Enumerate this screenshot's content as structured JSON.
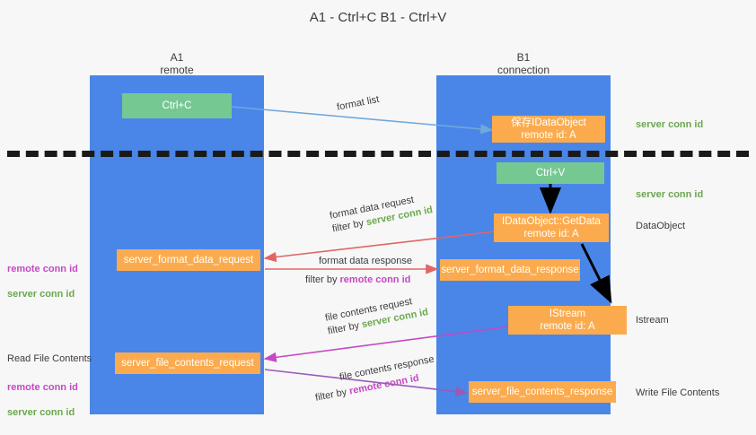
{
  "title": "A1 - Ctrl+C\nB1 - Ctrl+V",
  "colors": {
    "lane": "#4a86e8",
    "green_node": "#76c893",
    "orange_node": "#fbab4e",
    "server_conn_id": "#6aa84f",
    "remote_conn_id": "#c548c5",
    "arrow_blue": "#6fa8dc",
    "arrow_red": "#e06666",
    "arrow_magenta": "#c548c5",
    "arrow_purple": "#9b59b6",
    "arrow_black": "#000000",
    "divider": "#1a1a1a",
    "background": "#f7f7f7"
  },
  "lanes": [
    {
      "name": "A1",
      "sub": "remote"
    },
    {
      "name": "B1",
      "sub": "connection"
    }
  ],
  "nodes": {
    "ctrl_c": {
      "line1": "Ctrl+C",
      "line2": ""
    },
    "save_idataobject": {
      "line1": "保存IDataObject",
      "line2": "remote id: A"
    },
    "ctrl_v": {
      "line1": "Ctrl+V",
      "line2": ""
    },
    "getdata": {
      "line1": "IDataObject::GetData",
      "line2": "remote id: A"
    },
    "format_data_request": {
      "line1": "server_format_data_request",
      "line2": ""
    },
    "format_data_response": {
      "line1": "server_format_data_response",
      "line2": ""
    },
    "istream": {
      "line1": "IStream",
      "line2": "remote id: A"
    },
    "file_contents_request": {
      "line1": "server_file_contents_request",
      "line2": ""
    },
    "file_contents_response": {
      "line1": "server_file_contents_response",
      "line2": ""
    }
  },
  "edge_labels": {
    "format_list": "format list",
    "format_data_request": "format data request",
    "format_data_request_filter_pre": "filter by ",
    "format_data_request_filter_key": "server conn id",
    "format_data_response": "format data response",
    "format_data_response_filter_pre": "filter by ",
    "format_data_response_filter_key": "remote conn id",
    "file_contents_request": "file contents request",
    "file_contents_request_filter_pre": "filter by ",
    "file_contents_request_filter_key": "server conn id",
    "file_contents_response": "file contents response",
    "file_contents_response_filter_pre": "filter by ",
    "file_contents_response_filter_key": "remote conn id"
  },
  "right_notes": {
    "server_conn_id_top": "server conn id",
    "server_conn_id_mid": "server conn id",
    "dataobject": "DataObject",
    "istream": "Istream",
    "write_file_contents": "Write File Contents"
  },
  "left_notes": {
    "conn_ids_upper_remote": "remote conn id",
    "conn_ids_upper_server": "server conn id",
    "read_file_contents": "Read File Contents",
    "conn_ids_lower_remote": "remote conn id",
    "conn_ids_lower_server": "server conn id"
  }
}
